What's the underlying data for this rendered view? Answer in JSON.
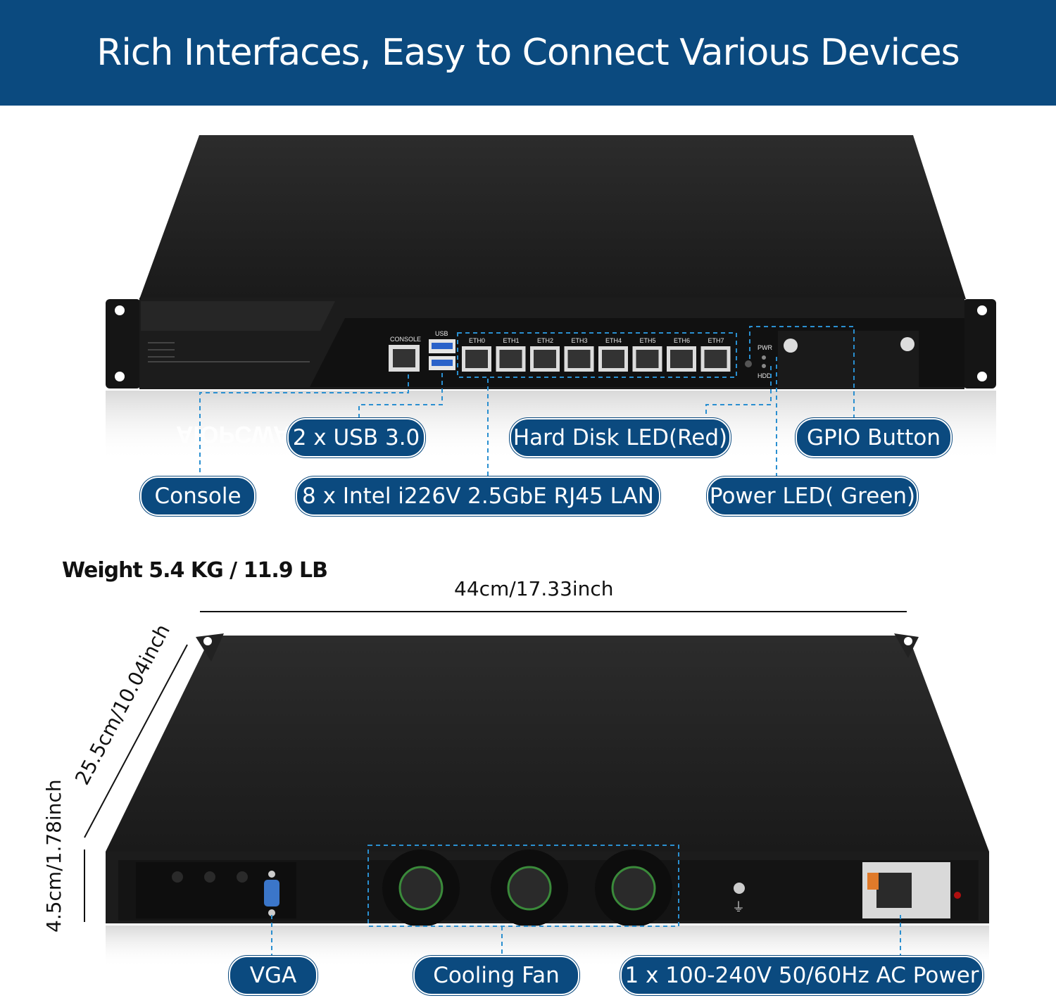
{
  "banner": {
    "title": "Rich Interfaces, Easy to Connect Various Devices"
  },
  "front_panel": {
    "brand": "AIOPCWA",
    "console_label": "CONSOLE",
    "usb_label": "USB",
    "eth_ports": [
      "ETH0",
      "ETH1",
      "ETH2",
      "ETH3",
      "ETH4",
      "ETH5",
      "ETH6",
      "ETH7"
    ],
    "pwr_label": "PWR",
    "hdd_label": "HDD"
  },
  "callouts": {
    "usb": "2 x USB 3.0",
    "hdd_led": "Hard Disk LED(Red)",
    "gpio": "GPIO Button",
    "console": "Console",
    "lan": "8 x Intel i226V 2.5GbE RJ45 LAN",
    "power_led": "Power LED( Green)",
    "vga": "VGA",
    "fan": "Cooling Fan",
    "ac_power": "1 x 100-240V 50/60Hz AC Power"
  },
  "specs": {
    "weight": "Weight 5.4 KG / 11.9 LB",
    "width": "44cm/17.33inch",
    "depth": "25.5cm/10.04inch",
    "height": "4.5cm/1.78inch"
  },
  "colors": {
    "brand_blue": "#0b4a7f",
    "callout_line": "#2a8fd0",
    "chassis": "#1f1f1f"
  }
}
